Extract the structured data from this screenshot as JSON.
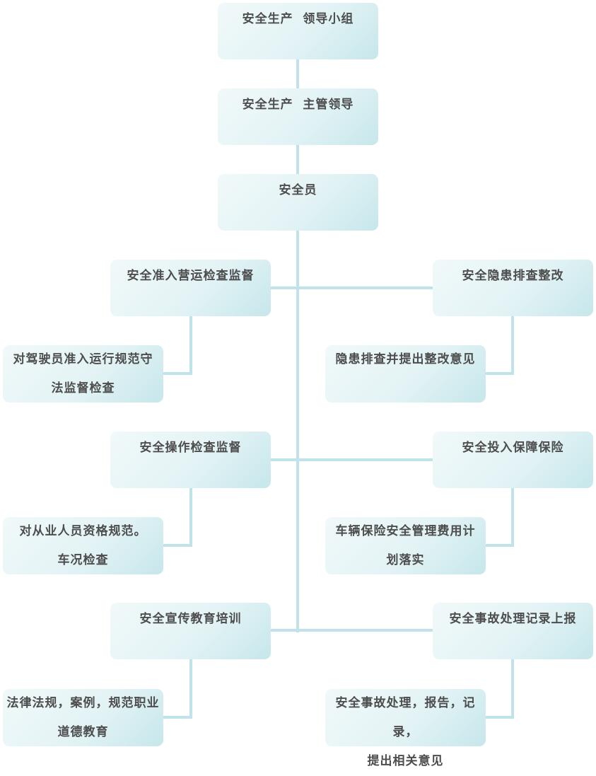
{
  "top": {
    "group": "安全生产  领导小组",
    "leader": "安全生产  主管领导",
    "officer": "安全员"
  },
  "left": [
    {
      "title": "安全准入营运检查监督",
      "detail": [
        "对驾驶员准入运行规范守",
        "法监督检查"
      ]
    },
    {
      "title": "安全操作检查监督",
      "detail": [
        "对从业人员资格规范。",
        "车况检查"
      ]
    },
    {
      "title": "安全宣传教育培训",
      "detail": [
        "法律法规，案例，规范职业",
        "道德教育"
      ]
    }
  ],
  "right": [
    {
      "title": "安全隐患排查整改",
      "detail": [
        "隐患排查并提出整改意见"
      ]
    },
    {
      "title": "安全投入保障保险",
      "detail": [
        "车辆保险安全管理费用计",
        "划落实"
      ]
    },
    {
      "title": "安全事故处理记录上报",
      "detail": [
        "安全事故处理，报告，记录，",
        "提出相关意见"
      ]
    }
  ]
}
